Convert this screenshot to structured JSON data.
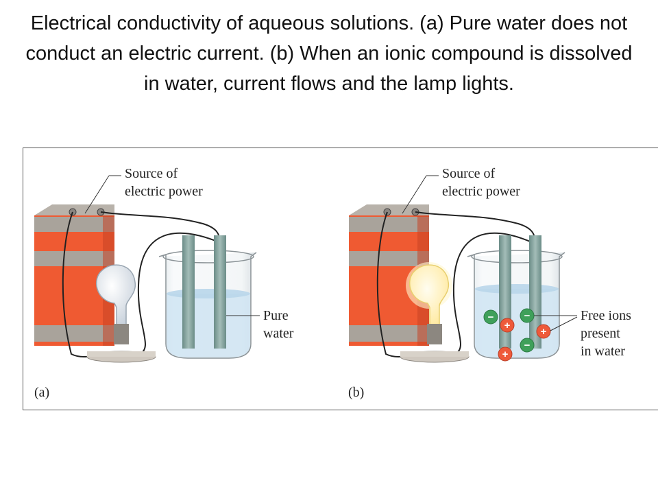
{
  "title": "Electrical conductivity of aqueous solutions. (a) Pure water does not conduct an electric current. (b) When an ionic compound is dissolved in water, current flows and the lamp lights.",
  "panel_a": {
    "power_label_line1": "Source of",
    "power_label_line2": "electric power",
    "water_label_line1": "Pure",
    "water_label_line2": "water",
    "panel_label": "(a)"
  },
  "panel_b": {
    "power_label_line1": "Source of",
    "power_label_line2": "electric power",
    "ions_label_line1": "Free ions",
    "ions_label_line2": "present",
    "ions_label_line3": "in water",
    "panel_label": "(b)"
  },
  "ion_symbols": {
    "negative": "−",
    "positive": "+"
  },
  "colors": {
    "battery_orange": "#ef5a32",
    "battery_gray": "#a9a39b",
    "water": "#cfe4f2",
    "electrode": "#7f9f9a",
    "bulb_off": "#e9edf2",
    "bulb_on": "#fff4c8",
    "ion_negative": "#3fa05a",
    "ion_positive": "#ee5a3a"
  }
}
